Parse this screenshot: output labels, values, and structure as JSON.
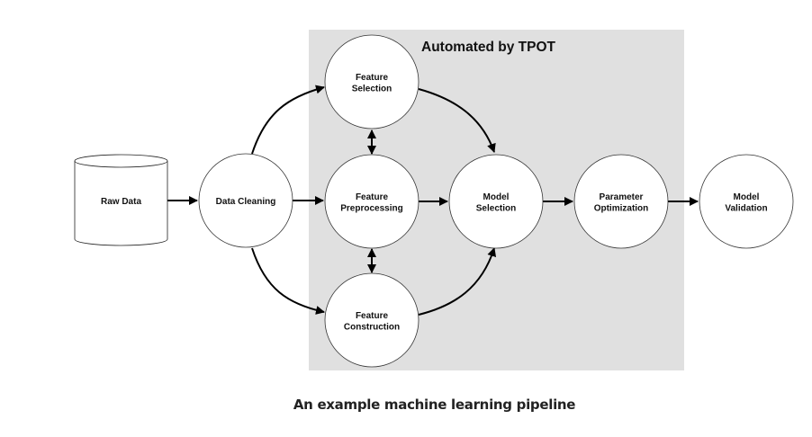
{
  "region": {
    "title": "Automated by TPOT",
    "fill": "#e0e0e0"
  },
  "nodes": [
    {
      "id": "raw_data",
      "shape": "cylinder",
      "lines": [
        "Raw Data"
      ]
    },
    {
      "id": "data_cleaning",
      "shape": "circle",
      "lines": [
        "Data Cleaning"
      ]
    },
    {
      "id": "feature_selection",
      "shape": "circle",
      "lines": [
        "Feature",
        "Selection"
      ]
    },
    {
      "id": "feature_preprocessing",
      "shape": "circle",
      "lines": [
        "Feature",
        "Preprocessing"
      ]
    },
    {
      "id": "feature_construction",
      "shape": "circle",
      "lines": [
        "Feature",
        "Construction"
      ]
    },
    {
      "id": "model_selection",
      "shape": "circle",
      "lines": [
        "Model",
        "Selection"
      ]
    },
    {
      "id": "parameter_optimization",
      "shape": "circle",
      "lines": [
        "Parameter",
        "Optimization"
      ]
    },
    {
      "id": "model_validation",
      "shape": "circle",
      "lines": [
        "Model",
        "Validation"
      ]
    }
  ],
  "edges": [
    {
      "from": "raw_data",
      "to": "data_cleaning",
      "type": "straight"
    },
    {
      "from": "data_cleaning",
      "to": "feature_selection",
      "type": "curved"
    },
    {
      "from": "data_cleaning",
      "to": "feature_preprocessing",
      "type": "straight"
    },
    {
      "from": "data_cleaning",
      "to": "feature_construction",
      "type": "curved"
    },
    {
      "from": "feature_selection",
      "to": "feature_preprocessing",
      "type": "bidirectional"
    },
    {
      "from": "feature_preprocessing",
      "to": "feature_construction",
      "type": "bidirectional"
    },
    {
      "from": "feature_selection",
      "to": "model_selection",
      "type": "curved"
    },
    {
      "from": "feature_preprocessing",
      "to": "model_selection",
      "type": "straight"
    },
    {
      "from": "feature_construction",
      "to": "model_selection",
      "type": "curved"
    },
    {
      "from": "model_selection",
      "to": "parameter_optimization",
      "type": "straight"
    },
    {
      "from": "parameter_optimization",
      "to": "model_validation",
      "type": "straight"
    }
  ],
  "caption": "An example machine learning pipeline"
}
